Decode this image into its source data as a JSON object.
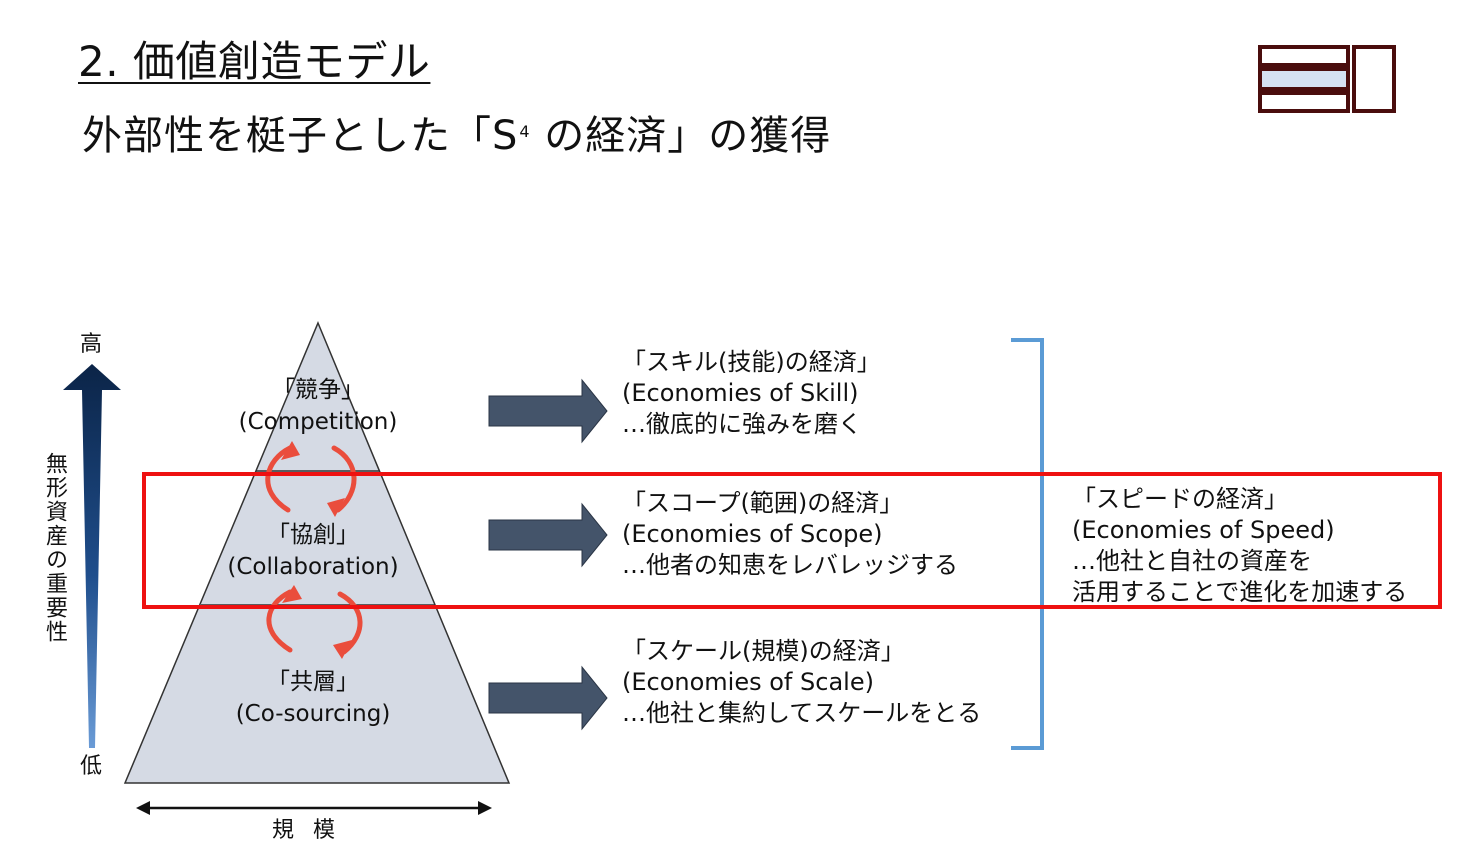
{
  "heading": {
    "title": "2. 価値創造モデル",
    "subtitle_before": "外部性を梃子とした「S",
    "subtitle_sup": "4",
    "subtitle_after": " の経済」の獲得"
  },
  "logo": {
    "icon": "company-logo"
  },
  "axis": {
    "high": "高",
    "low": "低",
    "vertical_label": "無形資産の重要性",
    "horizontal_label": "規 模"
  },
  "pyramid": {
    "tiers": [
      {
        "jp": "「競争」",
        "en": "(Competition)"
      },
      {
        "jp": "「協創」",
        "en": "(Collaboration)"
      },
      {
        "jp": "「共層」",
        "en": "(Co-sourcing)"
      }
    ]
  },
  "economies": [
    {
      "title": "「スキル(技能)の経済」",
      "en": "(Economies of Skill)",
      "note": "…徹底的に強みを磨く"
    },
    {
      "title": "「スコープ(範囲)の経済」",
      "en": "(Economies of Scope)",
      "note": "…他者の知恵をレバレッジする"
    },
    {
      "title": "「スケール(規模)の経済」",
      "en": "(Economies of Scale)",
      "note": "…他社と集約してスケールをとる"
    }
  ],
  "speed": {
    "title": "「スピードの経済」",
    "en": "(Economies of Speed)",
    "note_line1": "…他社と自社の資産を",
    "note_line2": "活用することで進化を加速する"
  },
  "colors": {
    "pyramid_fill": "#d5dae4",
    "arrow_fill": "#44546a",
    "cycle_arrow": "#ea4d3c",
    "highlight_box": "#ee1111",
    "bracket": "#5b9bd5",
    "axis_dark": "#0b2447",
    "axis_light": "#4f84c4",
    "logo": "#4a0d0d"
  }
}
